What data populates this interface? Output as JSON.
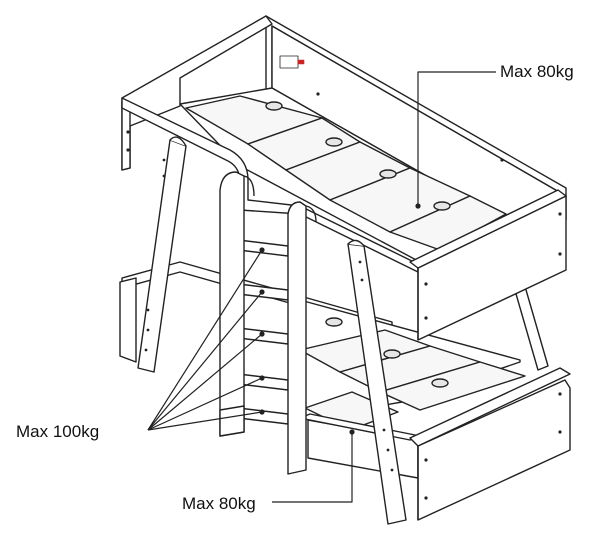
{
  "labels": {
    "top_bunk": "Max 80kg",
    "ladder_steps": "Max 100kg",
    "bottom_bunk": "Max 80kg"
  },
  "colors": {
    "line": "#222222",
    "panel": "#ffffff",
    "slat": "#f2f2f2",
    "hole": "#dddddd",
    "tag_red": "#cc2222"
  }
}
